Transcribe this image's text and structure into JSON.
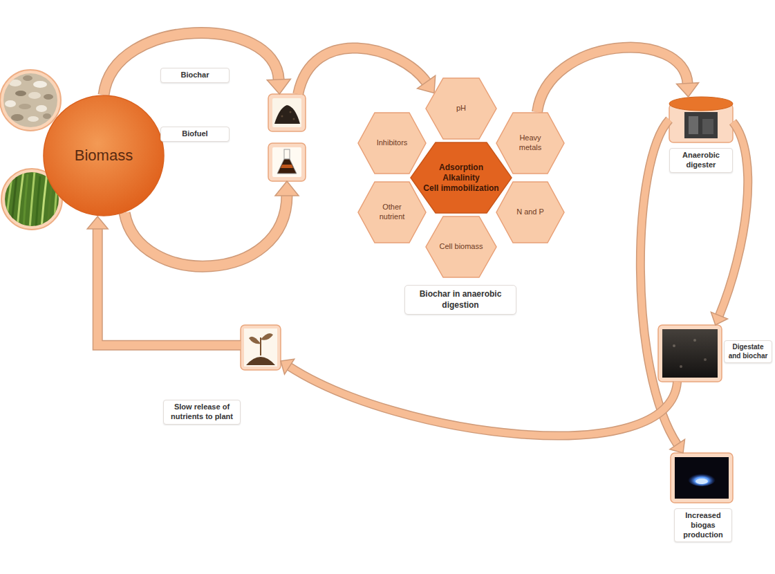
{
  "diagram": {
    "nodes": [
      {
        "text": [
          "Biomass"
        ]
      },
      {
        "text": [
          "Biochar"
        ]
      },
      {
        "text": [
          "Biofuel"
        ]
      },
      {
        "text": [
          "pH"
        ]
      },
      {
        "text": [
          "Inhibitors"
        ]
      },
      {
        "text": [
          "Adsorption",
          "Alkalinity",
          "Cell immobilization"
        ]
      },
      {
        "text": [
          "Heavy metals"
        ]
      },
      {
        "text": [
          "Other nutrient"
        ]
      },
      {
        "text": [
          "N and P"
        ]
      },
      {
        "text": [
          "Cell biomass"
        ]
      },
      {
        "text": [
          "Biochar in anaerobic digestion"
        ]
      },
      {
        "text": [
          "Anaerobic digester"
        ]
      },
      {
        "text": [
          "Digestate and biochar"
        ]
      },
      {
        "text": [
          "Slow release of nutrients to plant"
        ]
      },
      {
        "text": [
          "Increased biogas production"
        ]
      }
    ],
    "edges": [
      {
        "from": 0,
        "to": 1,
        "arrow": "to"
      },
      {
        "from": 0,
        "to": 2,
        "arrow": "to"
      },
      {
        "from": 1,
        "to": 3,
        "arrow": "to"
      },
      {
        "from": 6,
        "to": 11,
        "arrow": "to"
      },
      {
        "from": 11,
        "to": 12,
        "arrow": "to"
      },
      {
        "from": 11,
        "to": 14,
        "arrow": "to"
      },
      {
        "from": 12,
        "to": 13,
        "arrow": "to"
      },
      {
        "from": 13,
        "to": 0,
        "arrow": "to"
      }
    ]
  }
}
